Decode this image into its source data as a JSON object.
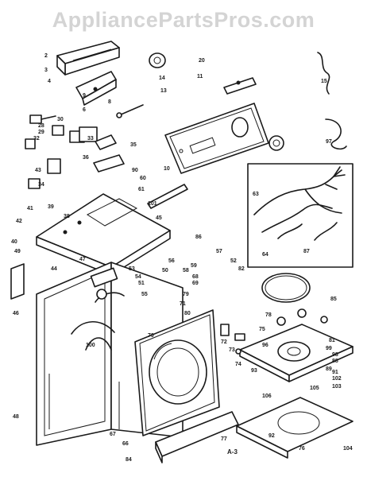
{
  "watermark": "AppliancePartsPros.com",
  "page_label": "A-3",
  "callouts": [
    "2",
    "3",
    "4",
    "6",
    "8",
    "9",
    "10",
    "11",
    "13",
    "14",
    "15",
    "20",
    "28",
    "29",
    "30",
    "32",
    "33",
    "34",
    "35",
    "36",
    "38",
    "39",
    "40",
    "41",
    "42",
    "43",
    "44",
    "45",
    "46",
    "47",
    "48",
    "49",
    "50",
    "51",
    "52",
    "53",
    "54",
    "55",
    "56",
    "57",
    "58",
    "59",
    "60",
    "61",
    "63",
    "64",
    "66",
    "67",
    "68",
    "69",
    "70",
    "71",
    "72",
    "73",
    "74",
    "75",
    "76",
    "77",
    "78",
    "79",
    "80",
    "81",
    "82",
    "84",
    "85",
    "86",
    "87",
    "88",
    "89",
    "90",
    "91",
    "92",
    "93",
    "96",
    "97",
    "98",
    "99",
    "100",
    "101",
    "102",
    "103",
    "104",
    "105",
    "106"
  ]
}
